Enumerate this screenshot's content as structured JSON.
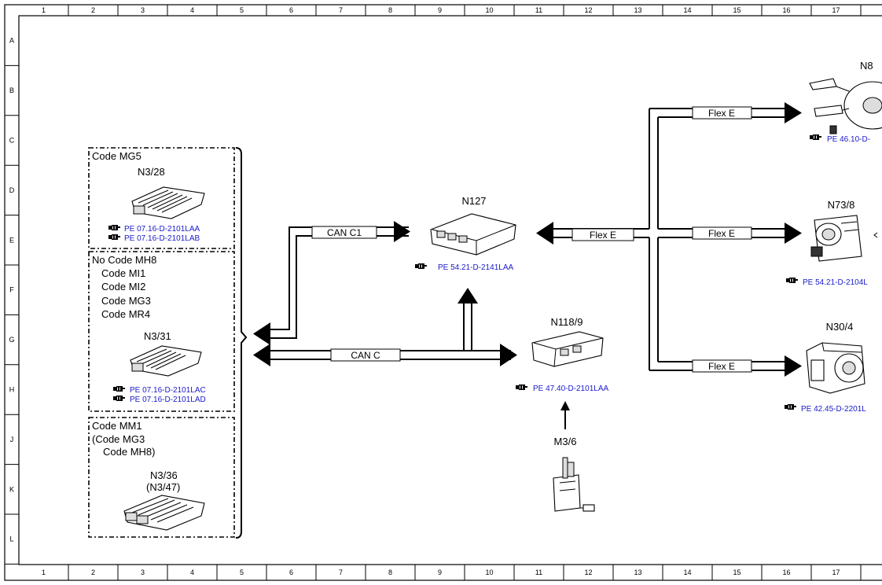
{
  "grid": {
    "columns": [
      "1",
      "2",
      "3",
      "4",
      "5",
      "6",
      "7",
      "8",
      "9",
      "10",
      "11",
      "12",
      "13",
      "14",
      "15",
      "16",
      "17"
    ],
    "rows": [
      "A",
      "B",
      "C",
      "D",
      "E",
      "F",
      "G",
      "H",
      "J",
      "K",
      "L"
    ]
  },
  "groups": {
    "mg5": {
      "title": "Code MG5",
      "component": "N3/28",
      "refs": [
        "PE 07.16-D-2101LAA",
        "PE 07.16-D-2101LAB"
      ]
    },
    "nomh8": {
      "title": "No Code MH8",
      "codes": [
        "Code MI1",
        "Code MI2",
        "Code MG3",
        "Code MR4"
      ],
      "component": "N3/31",
      "refs": [
        "PE 07.16-D-2101LAC",
        "PE 07.16-D-2101LAD"
      ]
    },
    "mm1": {
      "title": "Code MM1",
      "sub1": "(Code MG3",
      "sub2": "Code MH8)",
      "component": "N3/36",
      "component_alt": "(N3/47)"
    }
  },
  "components": {
    "n127": {
      "label": "N127",
      "ref": "PE 54.21-D-2141LAA"
    },
    "n1189": {
      "label": "N118/9",
      "ref": "PE 47.40-D-2101LAA"
    },
    "m36": {
      "label": "M3/6"
    },
    "n8": {
      "label": "N8",
      "ref": "PE 46.10-D-"
    },
    "n738": {
      "label": "N73/8",
      "ref": "PE 54.21-D-2104L"
    },
    "n304": {
      "label": "N30/4",
      "ref": "PE 42.45-D-2201L"
    }
  },
  "buses": {
    "can_c1": "CAN C1",
    "can_c": "CAN C",
    "flex_e_main": "Flex E",
    "flex_e_top": "Flex E",
    "flex_e_mid": "Flex E",
    "flex_e_bot": "Flex E"
  },
  "icons": {
    "ref_marker": "pointing-hand-icon"
  }
}
